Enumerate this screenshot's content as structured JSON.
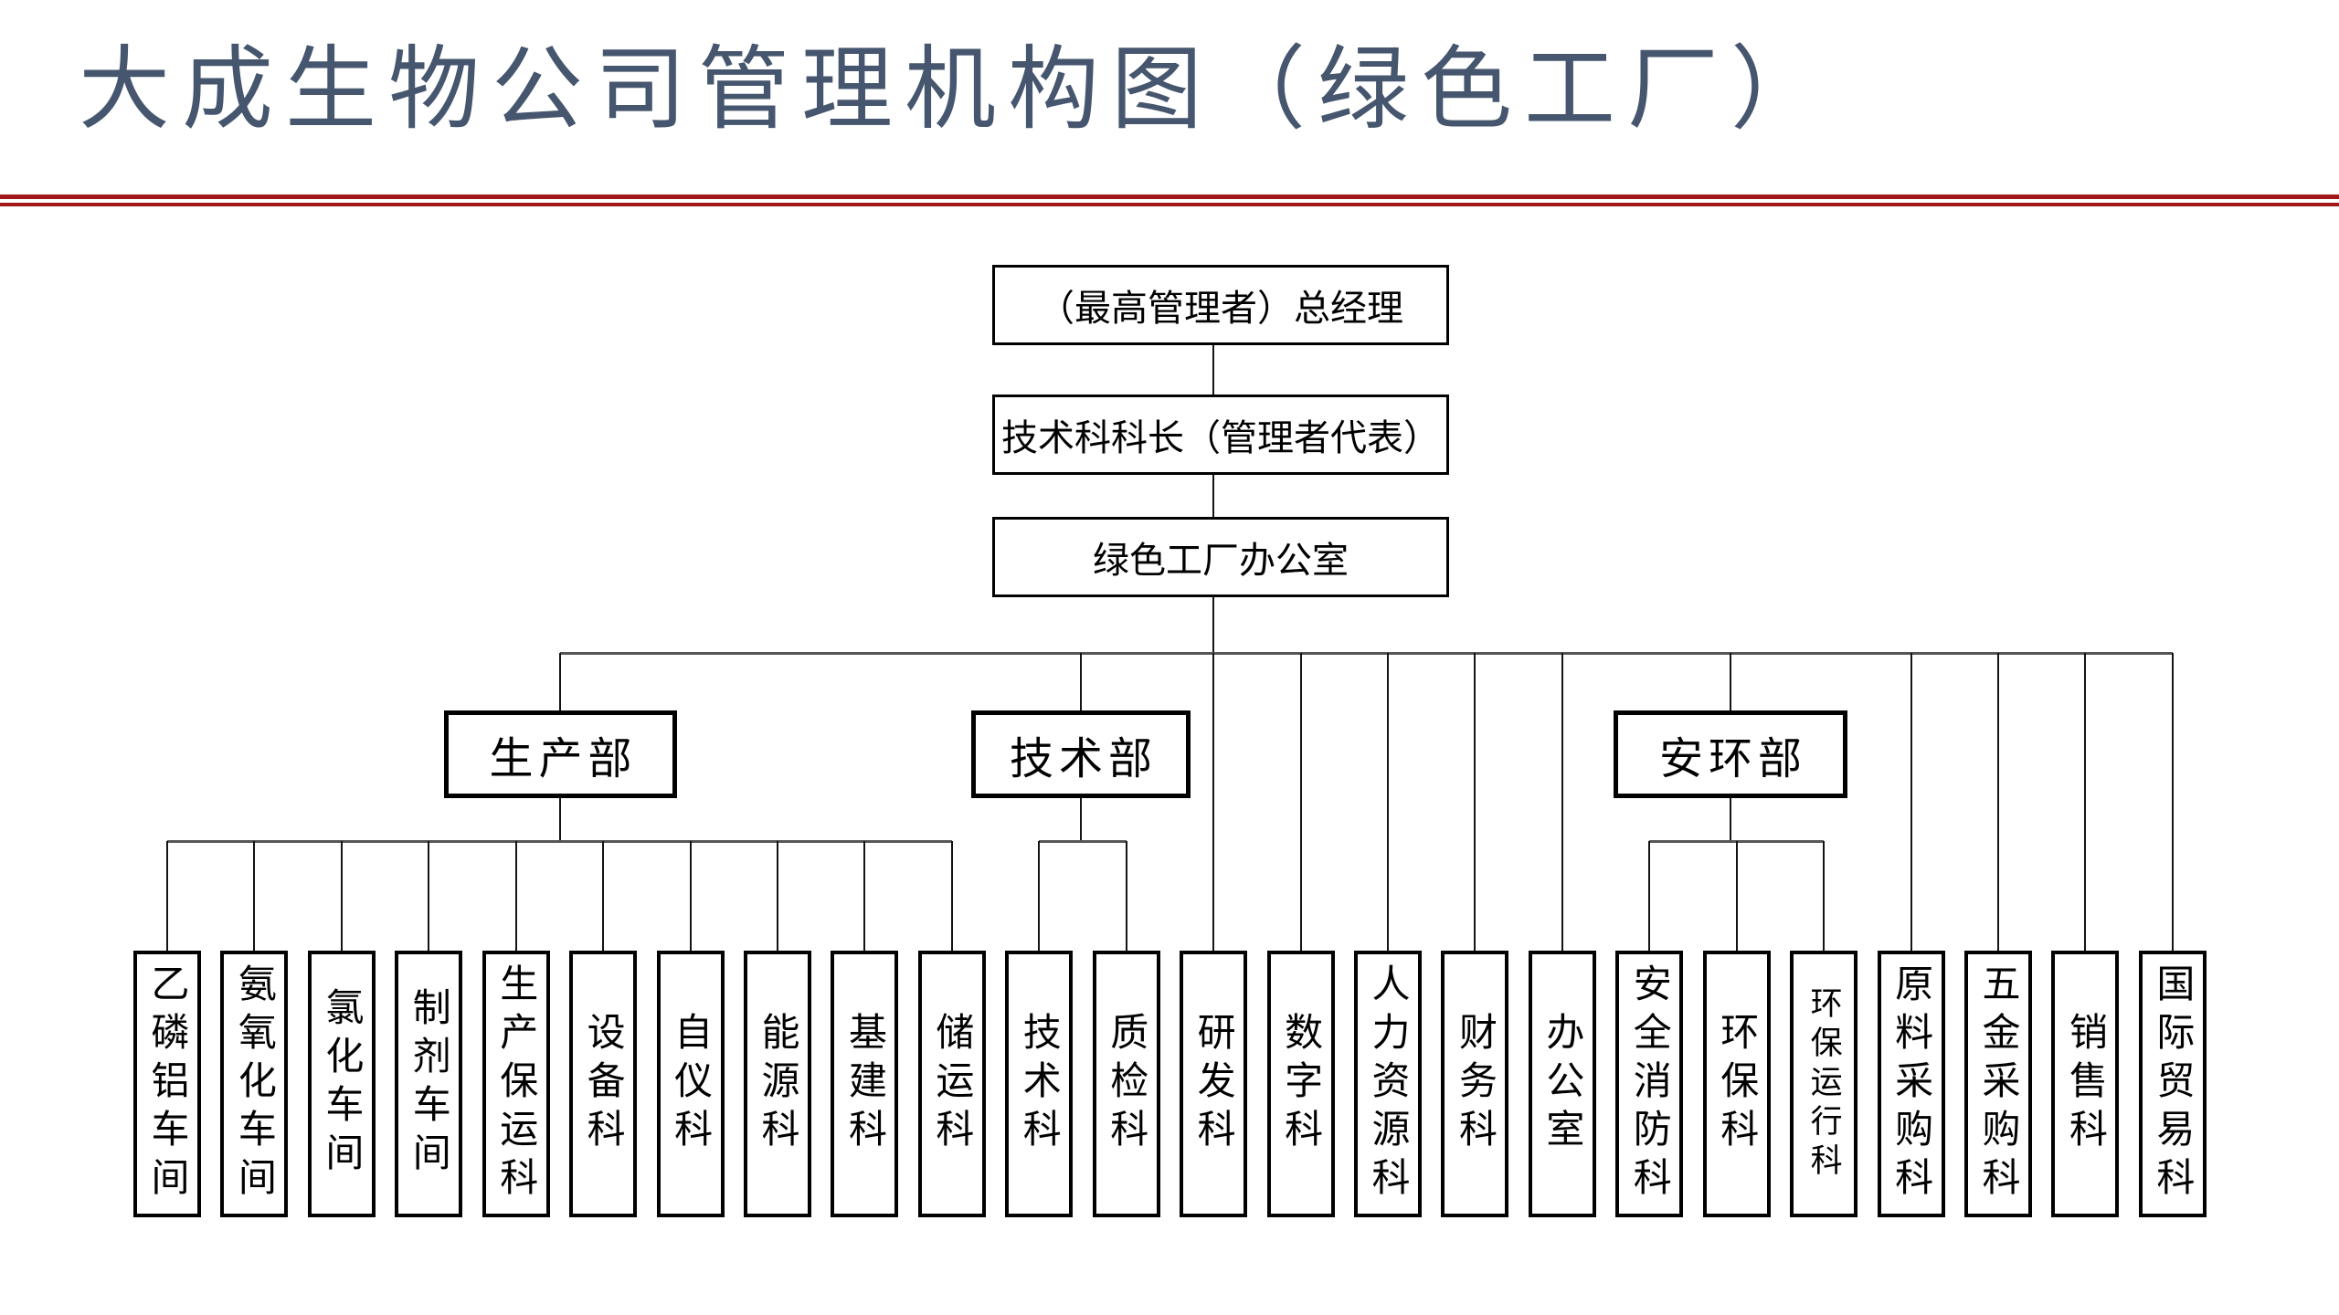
{
  "theme": {
    "title_color": "#45566e",
    "divider_color": "#a11616",
    "box_border": "#000000",
    "rail_color": "#565656",
    "drop_color": "#141414",
    "background": "#ffffff"
  },
  "title": {
    "text": "大成生物公司管理机构图（绿色工厂）"
  },
  "hierarchy": {
    "top_chain": [
      {
        "label": "（最高管理者）总经理"
      },
      {
        "label": "技术科科长（管理者代表）"
      },
      {
        "label": "绿色工厂办公室"
      }
    ],
    "departments": [
      {
        "label": "生产部",
        "children": [
          0,
          1,
          2,
          3,
          4,
          5,
          6,
          7,
          8,
          9
        ]
      },
      {
        "label": "技术部",
        "children": [
          10,
          11
        ]
      },
      {
        "label": "安环部",
        "children": [
          17,
          18,
          19
        ]
      }
    ],
    "units": [
      {
        "label": "乙磷铝车间"
      },
      {
        "label": "氨氧化车间"
      },
      {
        "label": "氯化车间"
      },
      {
        "label": "制剂车间"
      },
      {
        "label": "生产保运科"
      },
      {
        "label": "设备科"
      },
      {
        "label": "自仪科"
      },
      {
        "label": "能源科"
      },
      {
        "label": "基建科"
      },
      {
        "label": "储运科"
      },
      {
        "label": "技术科"
      },
      {
        "label": "质检科"
      },
      {
        "label": "研发科"
      },
      {
        "label": "数字科"
      },
      {
        "label": "人力资源科"
      },
      {
        "label": "财务科"
      },
      {
        "label": "办公室"
      },
      {
        "label": "安全消防科"
      },
      {
        "label": "环保科"
      },
      {
        "label": "环保运行科",
        "small": true
      },
      {
        "label": "原料采购科"
      },
      {
        "label": "五金采购科"
      },
      {
        "label": "销售科"
      },
      {
        "label": "国际贸易科"
      }
    ]
  }
}
